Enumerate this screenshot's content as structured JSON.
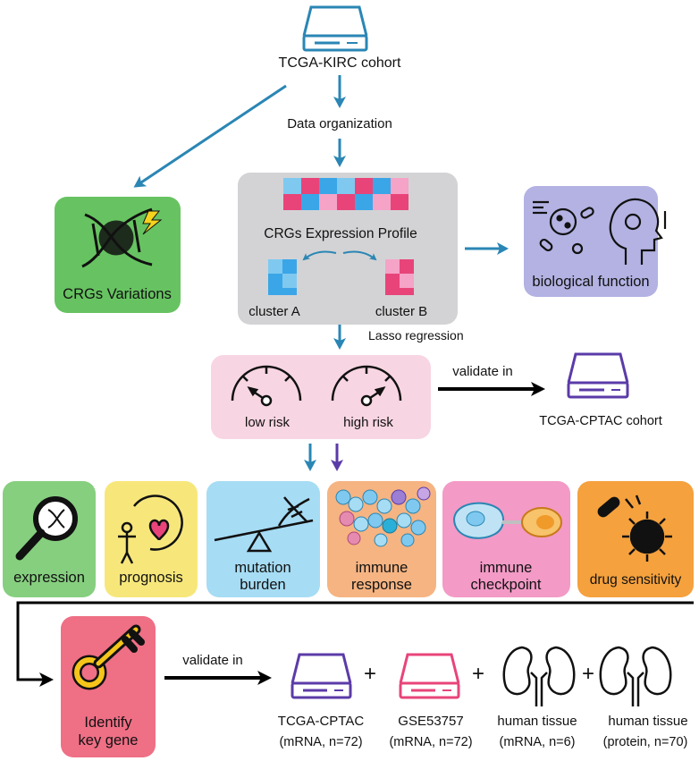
{
  "top": {
    "source": "TCGA-KIRC cohort",
    "step": "Data organization"
  },
  "variations": {
    "label": "CRGs Variations"
  },
  "profile": {
    "title": "CRGs Expression Profile",
    "cluster_a": "cluster A",
    "cluster_b": "cluster B",
    "heatmap_colors": [
      "#e8447a",
      "#3aa6e8",
      "#f5a3c7",
      "#7fc9f0"
    ]
  },
  "biological": {
    "label": "biological function"
  },
  "lasso": {
    "label": "Lasso regression"
  },
  "risk": {
    "low": "low risk",
    "high": "high risk"
  },
  "validate1": {
    "label": "validate in",
    "target": "TCGA-CPTAC cohort"
  },
  "analyses": [
    {
      "label": "expression",
      "color": "#86cf7f"
    },
    {
      "label": "prognosis",
      "color": "#f7e77b"
    },
    {
      "label": "mutation\nburden",
      "color": "#a6dcf4"
    },
    {
      "label": "immune\nresponse",
      "color": "#f5b482"
    },
    {
      "label": "immune\ncheckpoint",
      "color": "#f39ac6"
    },
    {
      "label": "drug sensitivity",
      "color": "#f5a13d"
    }
  ],
  "key_gene": {
    "label": "Identify\nkey gene"
  },
  "validate2": {
    "label": "validate in"
  },
  "datasets": [
    {
      "name": "TCGA-CPTAC",
      "detail": "(mRNA, n=72)"
    },
    {
      "name": "GSE53757",
      "detail": "(mRNA, n=72)"
    },
    {
      "name": "human tissue",
      "detail": "(mRNA, n=6)"
    },
    {
      "name": "human tissue",
      "detail": "(protein, n=70)"
    }
  ],
  "plus": "+",
  "colors": {
    "teal_arrow": "#2a86b4",
    "purple": "#5b3ba8",
    "variations_box": "#67c361",
    "profile_box": "#d3d3d5",
    "bio_box": "#b3b2e3",
    "risk_box": "#f8d5e2",
    "key_box": "#ef6f85"
  }
}
